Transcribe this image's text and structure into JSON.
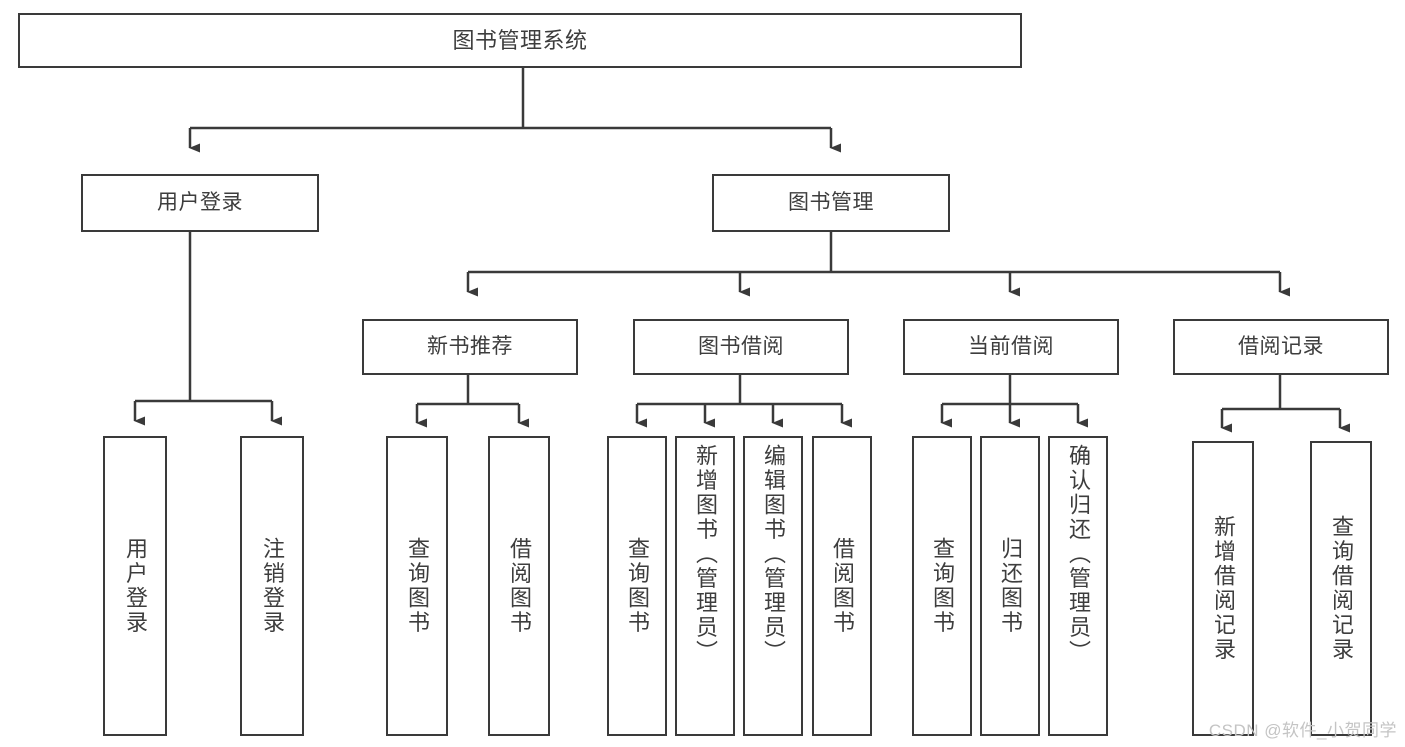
{
  "diagram": {
    "type": "tree",
    "title": "图书管理系统",
    "orientation": "top-down",
    "nodes": {
      "root": {
        "label": "图书管理系统",
        "level": 1
      },
      "user_login": {
        "label": "用户登录",
        "level": 2
      },
      "book_manage": {
        "label": "图书管理",
        "level": 2
      },
      "new_book_rec": {
        "label": "新书推荐",
        "level": 3
      },
      "book_borrow": {
        "label": "图书借阅",
        "level": 3
      },
      "current_borrow": {
        "label": "当前借阅",
        "level": 3
      },
      "borrow_record": {
        "label": "借阅记录",
        "level": 3
      },
      "leaf_user_login": {
        "label": "用户登录",
        "level": 4
      },
      "leaf_logout": {
        "label": "注销登录",
        "level": 4
      },
      "leaf_query_book_1": {
        "label": "查询图书",
        "level": 4
      },
      "leaf_borrow_book_1": {
        "label": "借阅图书",
        "level": 4
      },
      "leaf_query_book_2": {
        "label": "查询图书",
        "level": 4
      },
      "leaf_add_book": {
        "label": "新增图书（管理员）",
        "level": 4
      },
      "leaf_edit_book": {
        "label": "编辑图书（管理员）",
        "level": 4
      },
      "leaf_borrow_book_2": {
        "label": "借阅图书",
        "level": 4
      },
      "leaf_query_book_3": {
        "label": "查询图书",
        "level": 4
      },
      "leaf_return_book": {
        "label": "归还图书",
        "level": 4
      },
      "leaf_confirm_return": {
        "label": "确认归还（管理员）",
        "level": 4
      },
      "leaf_add_record": {
        "label": "新增借阅记录",
        "level": 4
      },
      "leaf_query_record": {
        "label": "查询借阅记录",
        "level": 4
      }
    },
    "edges": [
      {
        "from": "root",
        "to": "user_login"
      },
      {
        "from": "root",
        "to": "book_manage"
      },
      {
        "from": "book_manage",
        "to": "new_book_rec"
      },
      {
        "from": "book_manage",
        "to": "book_borrow"
      },
      {
        "from": "book_manage",
        "to": "current_borrow"
      },
      {
        "from": "book_manage",
        "to": "borrow_record"
      },
      {
        "from": "user_login",
        "to": "leaf_user_login"
      },
      {
        "from": "user_login",
        "to": "leaf_logout"
      },
      {
        "from": "new_book_rec",
        "to": "leaf_query_book_1"
      },
      {
        "from": "new_book_rec",
        "to": "leaf_borrow_book_1"
      },
      {
        "from": "book_borrow",
        "to": "leaf_query_book_2"
      },
      {
        "from": "book_borrow",
        "to": "leaf_add_book"
      },
      {
        "from": "book_borrow",
        "to": "leaf_edit_book"
      },
      {
        "from": "book_borrow",
        "to": "leaf_borrow_book_2"
      },
      {
        "from": "current_borrow",
        "to": "leaf_query_book_3"
      },
      {
        "from": "current_borrow",
        "to": "leaf_return_book"
      },
      {
        "from": "current_borrow",
        "to": "leaf_confirm_return"
      },
      {
        "from": "borrow_record",
        "to": "leaf_add_record"
      },
      {
        "from": "borrow_record",
        "to": "leaf_query_record"
      }
    ],
    "colors": {
      "box_border": "#3a3a3a",
      "box_fill": "#ffffff",
      "text": "#3d3d3d",
      "connector": "#3a3a3a",
      "background": "#ffffff",
      "watermark": "#c4c4c4"
    }
  },
  "watermark": {
    "text": "CSDN @软件_小贺同学"
  }
}
